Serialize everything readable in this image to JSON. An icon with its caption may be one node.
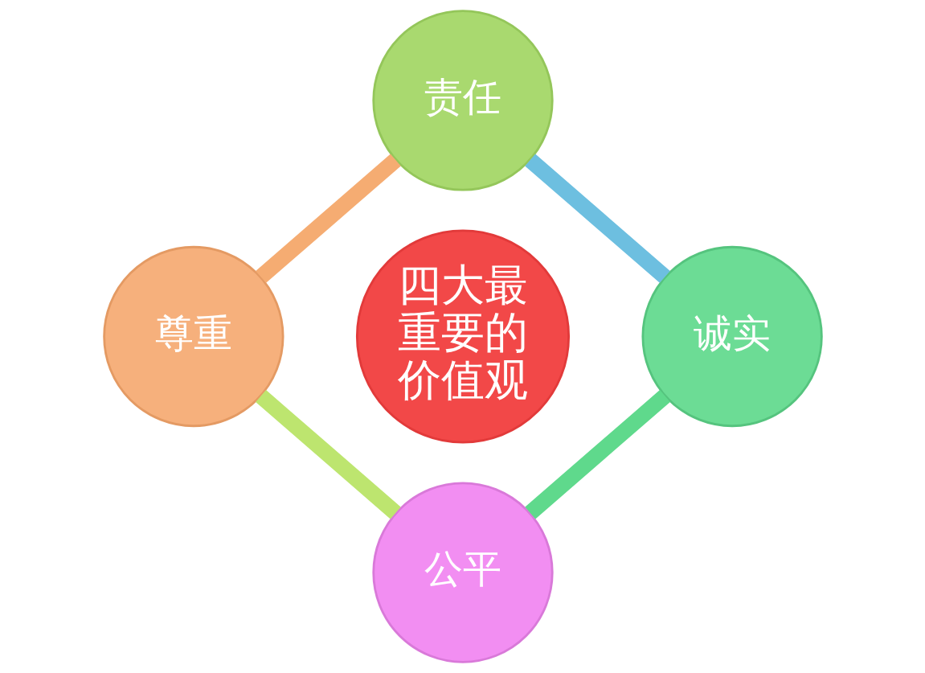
{
  "diagram": {
    "nodes": [
      {
        "text": [
          "责任"
        ]
      },
      {
        "text": [
          "尊重"
        ]
      },
      {
        "text": [
          "四大最重要的价值观"
        ]
      },
      {
        "text": [
          "诚实"
        ]
      },
      {
        "text": [
          "公平"
        ]
      }
    ],
    "edges": [
      {
        "from": 1,
        "to": 0,
        "arrow": "none",
        "color": "#f5ac72"
      },
      {
        "from": 0,
        "to": 3,
        "arrow": "none",
        "color": "#6dbfe0"
      },
      {
        "from": 3,
        "to": 4,
        "arrow": "none",
        "color": "#5fd98c"
      },
      {
        "from": 4,
        "to": 1,
        "arrow": "none",
        "color": "#bde56f"
      }
    ]
  }
}
